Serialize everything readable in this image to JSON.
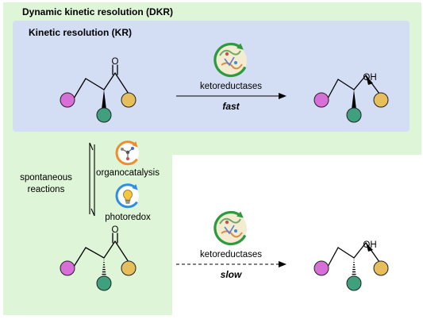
{
  "colors": {
    "dkr_background": "#dff5d8",
    "kr_background": "#d3ddf3",
    "substituent_magenta": "#d86fd8",
    "substituent_gold": "#e6be5c",
    "substituent_teal": "#3fa07e",
    "enzyme_cycle_green": "#2e9a3e",
    "organocatalyst_ring_orange": "#f08c2e",
    "photoredox_ring_blue": "#2c8fe0",
    "bulb_yellow": "#f5c642"
  },
  "icons": {
    "enzyme": "enzyme-cycle-icon",
    "organocatalysis": "organocatalyst-molecule-icon",
    "photoredox": "lightbulb-icon"
  },
  "labels": {
    "dkr_title": "Dynamic kinetic resolution (DKR)",
    "kr_title": "Kinetic resolution (KR)",
    "enzyme_top": "ketoreductases",
    "rate_top": "fast",
    "enzyme_bottom": "ketoreductases",
    "rate_bottom": "slow",
    "spontaneous_line1": "spontaneous",
    "spontaneous_line2": "reactions",
    "organocatalysis": "organocatalysis",
    "photoredox": "photoredox",
    "carbonyl_oxygen_top": "O",
    "carbonyl_oxygen_bottom": "O",
    "alcohol_top": "OH",
    "alcohol_bottom": "OH"
  }
}
